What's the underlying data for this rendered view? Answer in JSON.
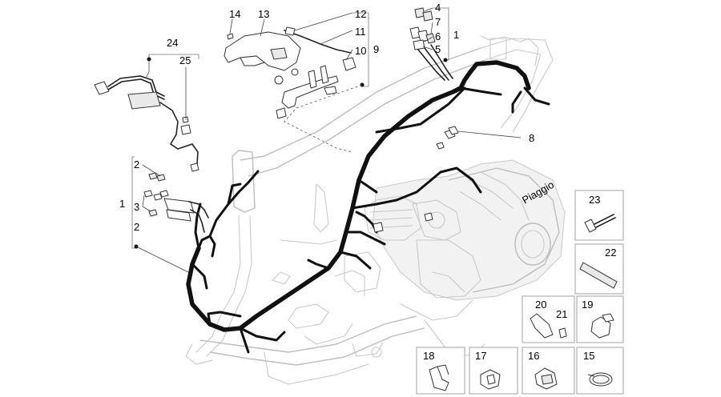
{
  "callouts": {
    "n1": "1",
    "n2": "2",
    "n3": "3",
    "n4": "4",
    "n5": "5",
    "n6": "6",
    "n7": "7",
    "n8": "8",
    "n9": "9",
    "n10": "10",
    "n11": "11",
    "n12": "12",
    "n13": "13",
    "n14": "14",
    "n15": "15",
    "n16": "16",
    "n17": "17",
    "n18": "18",
    "n19": "19",
    "n20": "20",
    "n21": "21",
    "n22": "22",
    "n23": "23",
    "n24": "24",
    "n25": "25"
  },
  "engine_text": "Piaggio"
}
